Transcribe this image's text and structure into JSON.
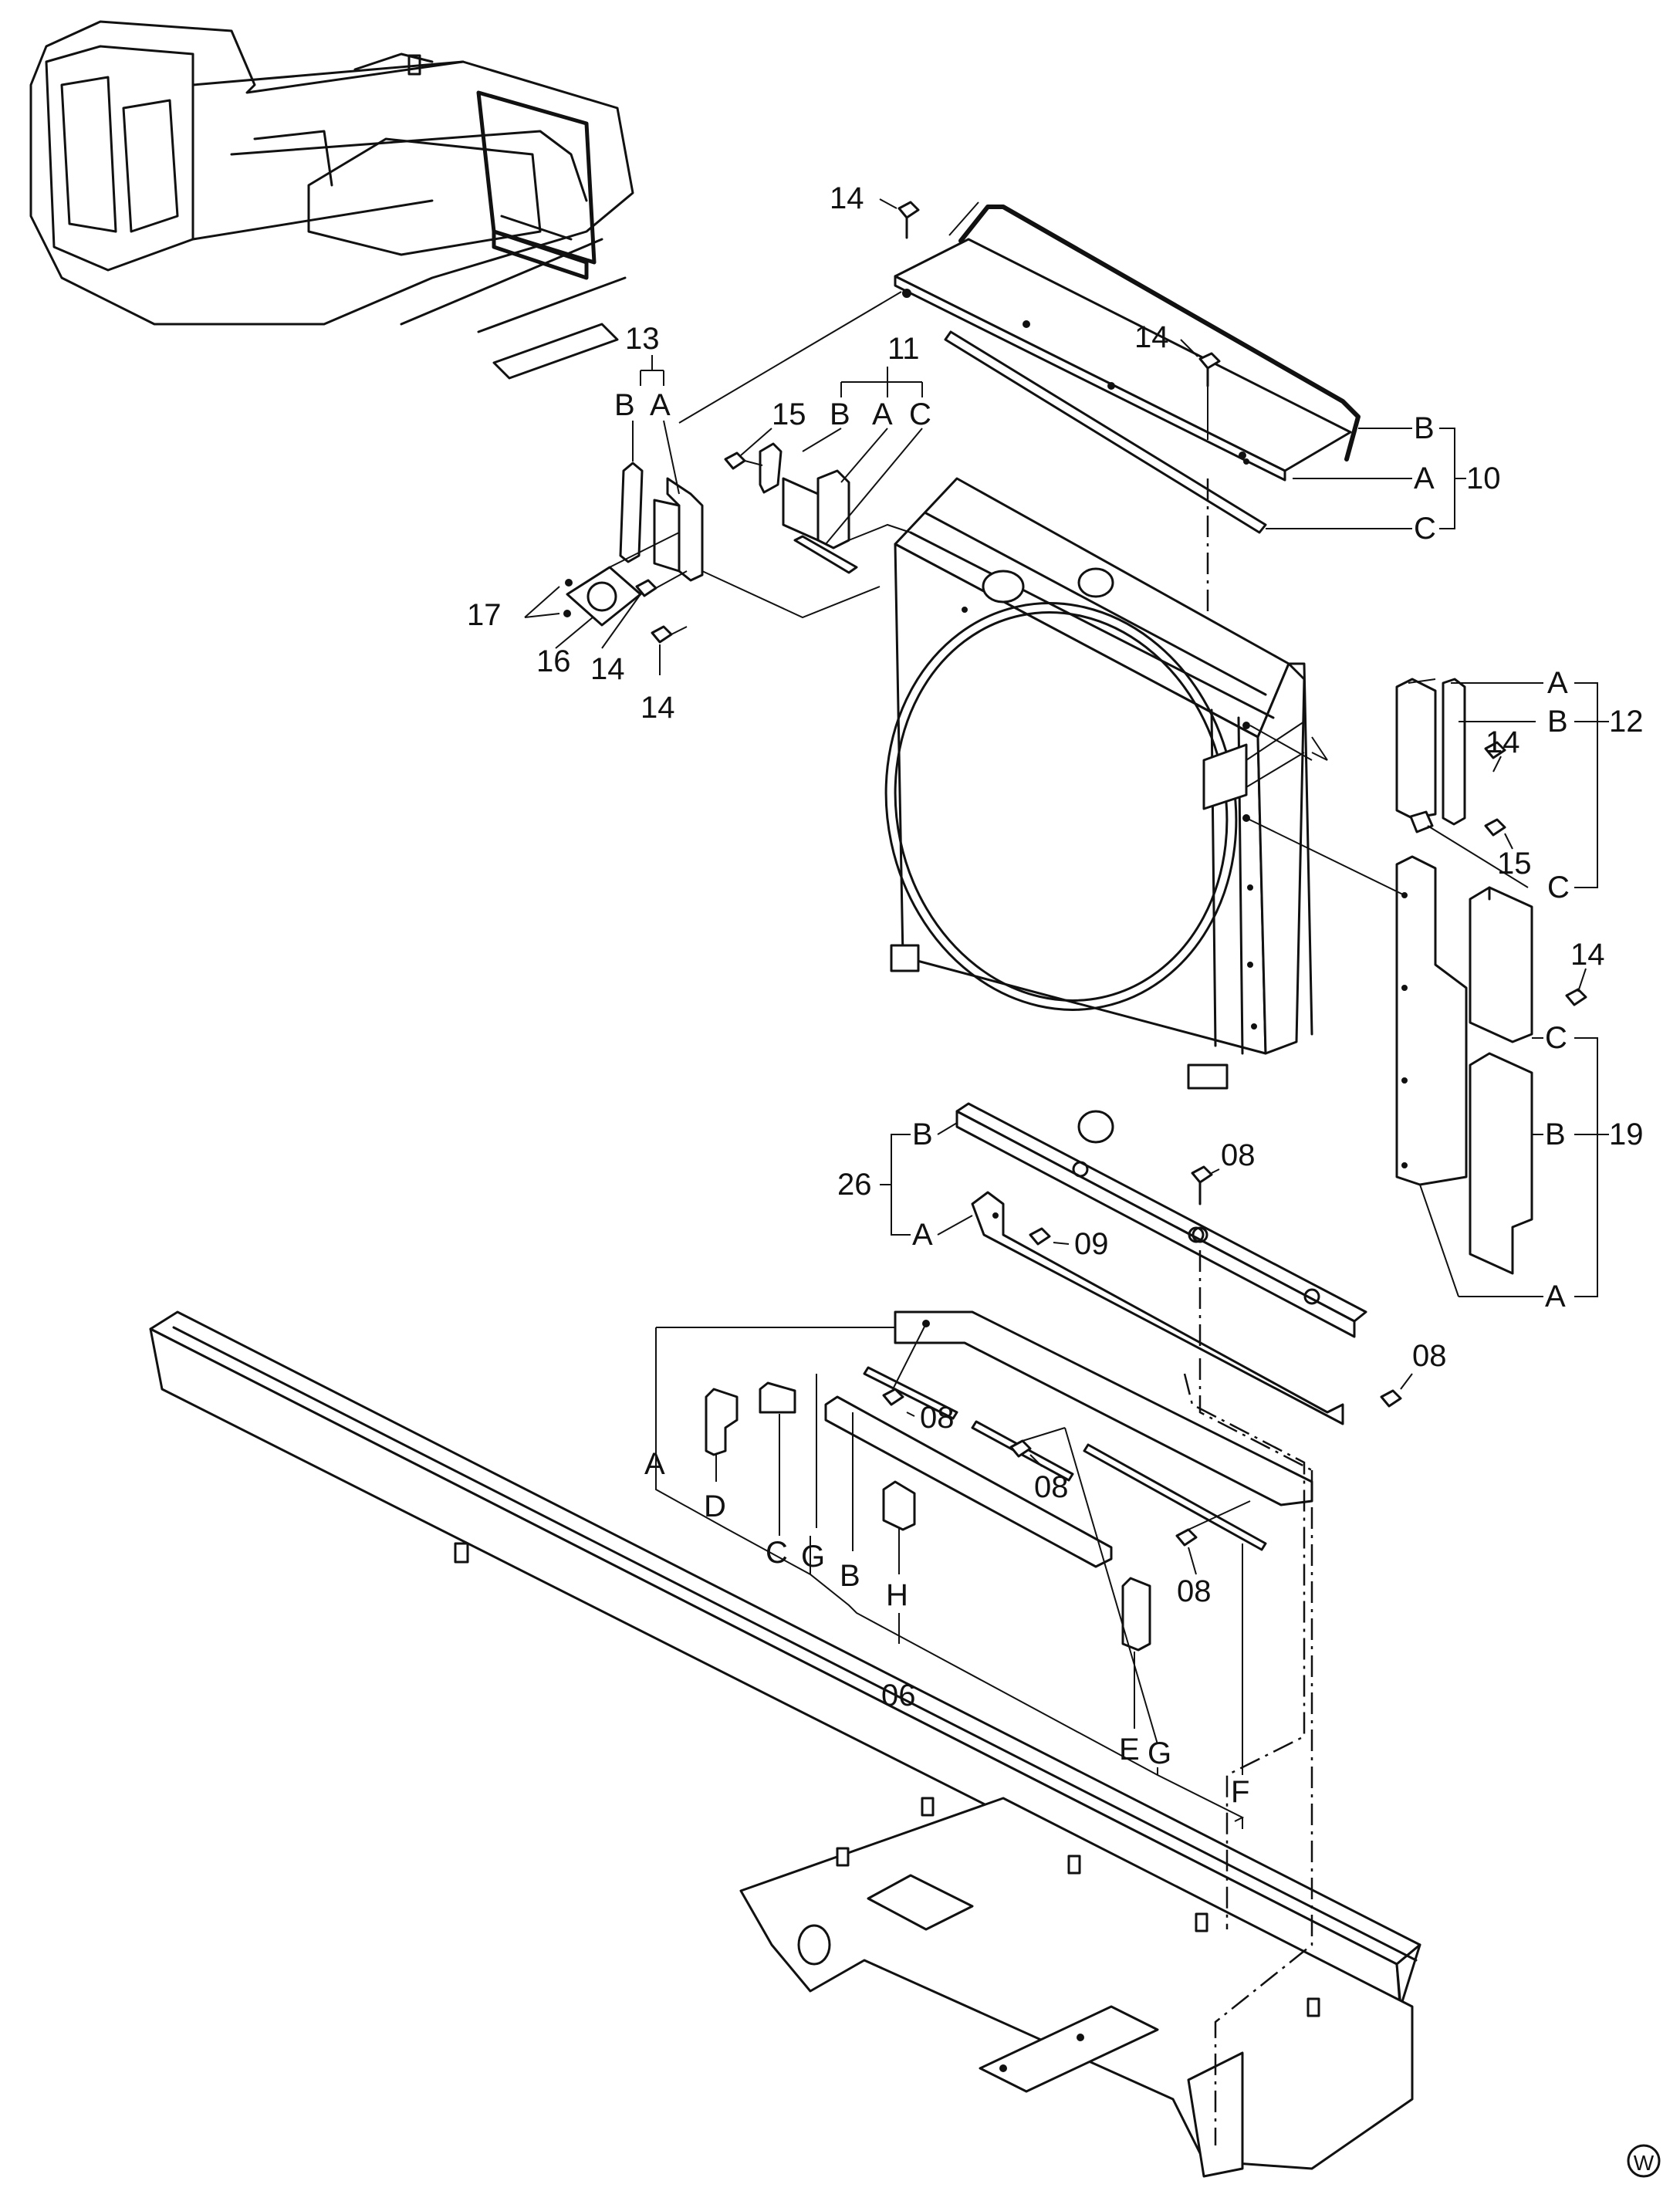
{
  "diagram": {
    "labels": {
      "p14": "14",
      "p15": "15",
      "p16": "16",
      "p17": "17",
      "p13": "13",
      "p11": "11",
      "p10": "10",
      "p12": "12",
      "p19": "19",
      "p26": "26",
      "p08": "08",
      "p09": "09",
      "p06": "06",
      "A": "A",
      "B": "B",
      "C": "C",
      "D": "D",
      "E": "E",
      "F": "F",
      "G": "G",
      "H": "H",
      "corner_mark": "W"
    }
  }
}
